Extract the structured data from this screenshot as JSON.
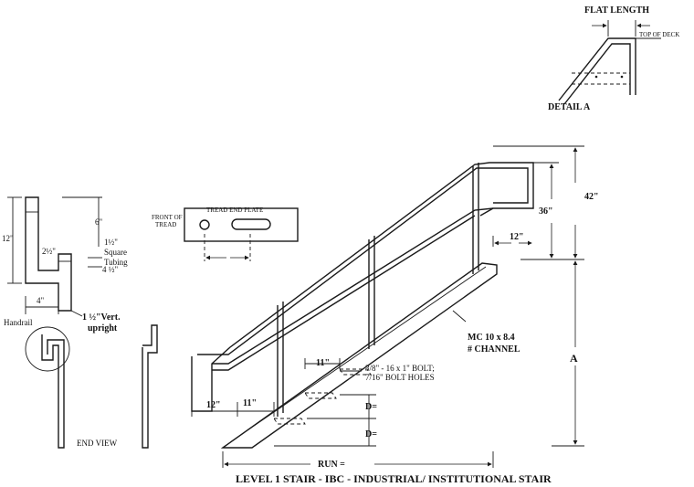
{
  "title": "LEVEL 1 STAIR - IBC - INDUSTRIAL/ INSTITUTIONAL STAIR",
  "detail_a": {
    "title": "DETAIL  A",
    "flat_length": "FLAT LENGTH",
    "top_of_deck": "TOP OF DECK"
  },
  "dimensions": {
    "guard_42": "42\"",
    "rail_36": "36\"",
    "ext_top_12": "12\"",
    "ext_bot_12": "12\"",
    "tread_11_bottom": "11\"",
    "tread_11_mid": "11\"",
    "height_a": "A",
    "d1": "D=",
    "d2": "D=",
    "run": "RUN ="
  },
  "stringer": {
    "line1": "MC 10 x 8.4",
    "line2": "# CHANNEL"
  },
  "bolt_note": {
    "line1": "3/8\" - 16 x 1\" BOLT;",
    "line2": "7/16\" BOLT HOLES"
  },
  "tread_plate": {
    "title": "TREAD END PLATE",
    "front_line1": "FRONT OF",
    "front_line2": "TREAD"
  },
  "handrail_detail": {
    "h12": "12\"",
    "w2half": "2½\"",
    "d6": "6\"",
    "d1half": "1½\"",
    "square": "Square",
    "tubing": "Tubing",
    "d4half": "4 ½\"",
    "w4": "4\"",
    "handrail": "Handrail",
    "upright_line1": "1 ½\"Vert.",
    "upright_line2": "upright",
    "end_view": "END VIEW"
  }
}
